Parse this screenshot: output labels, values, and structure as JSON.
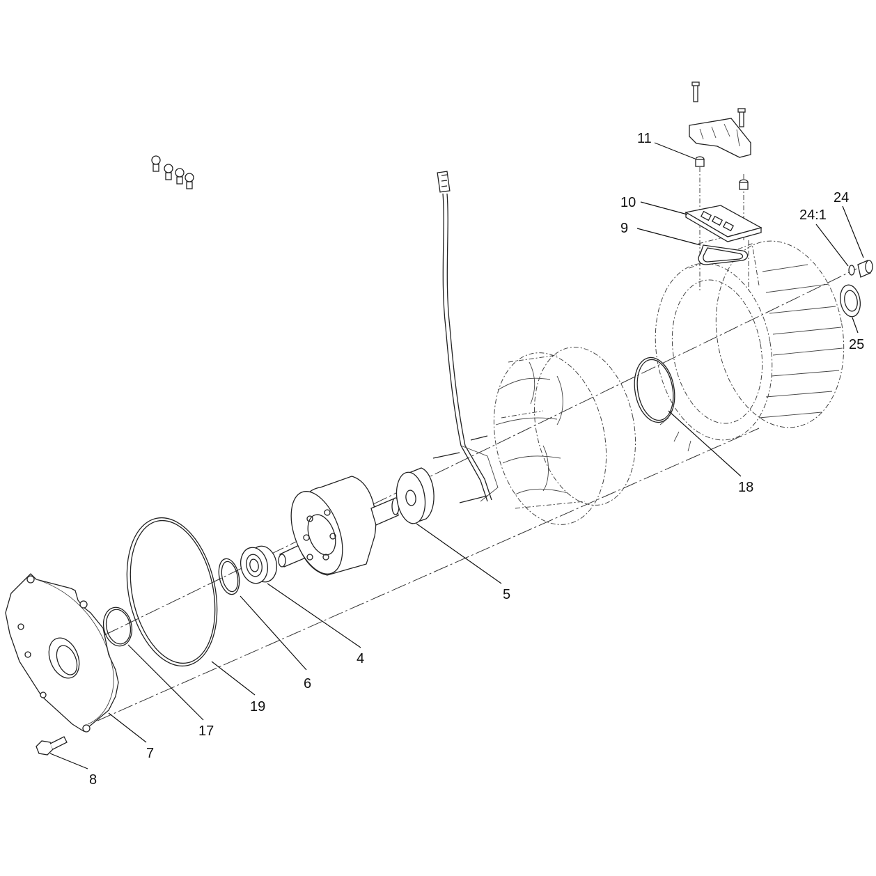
{
  "callouts": {
    "c4": "4",
    "c5": "5",
    "c6": "6",
    "c7": "7",
    "c8": "8",
    "c9": "9",
    "c10": "10",
    "c11": "11",
    "c17": "17",
    "c18": "18",
    "c19": "19",
    "c24": "24",
    "c24_1": "24:1",
    "c25": "25"
  }
}
